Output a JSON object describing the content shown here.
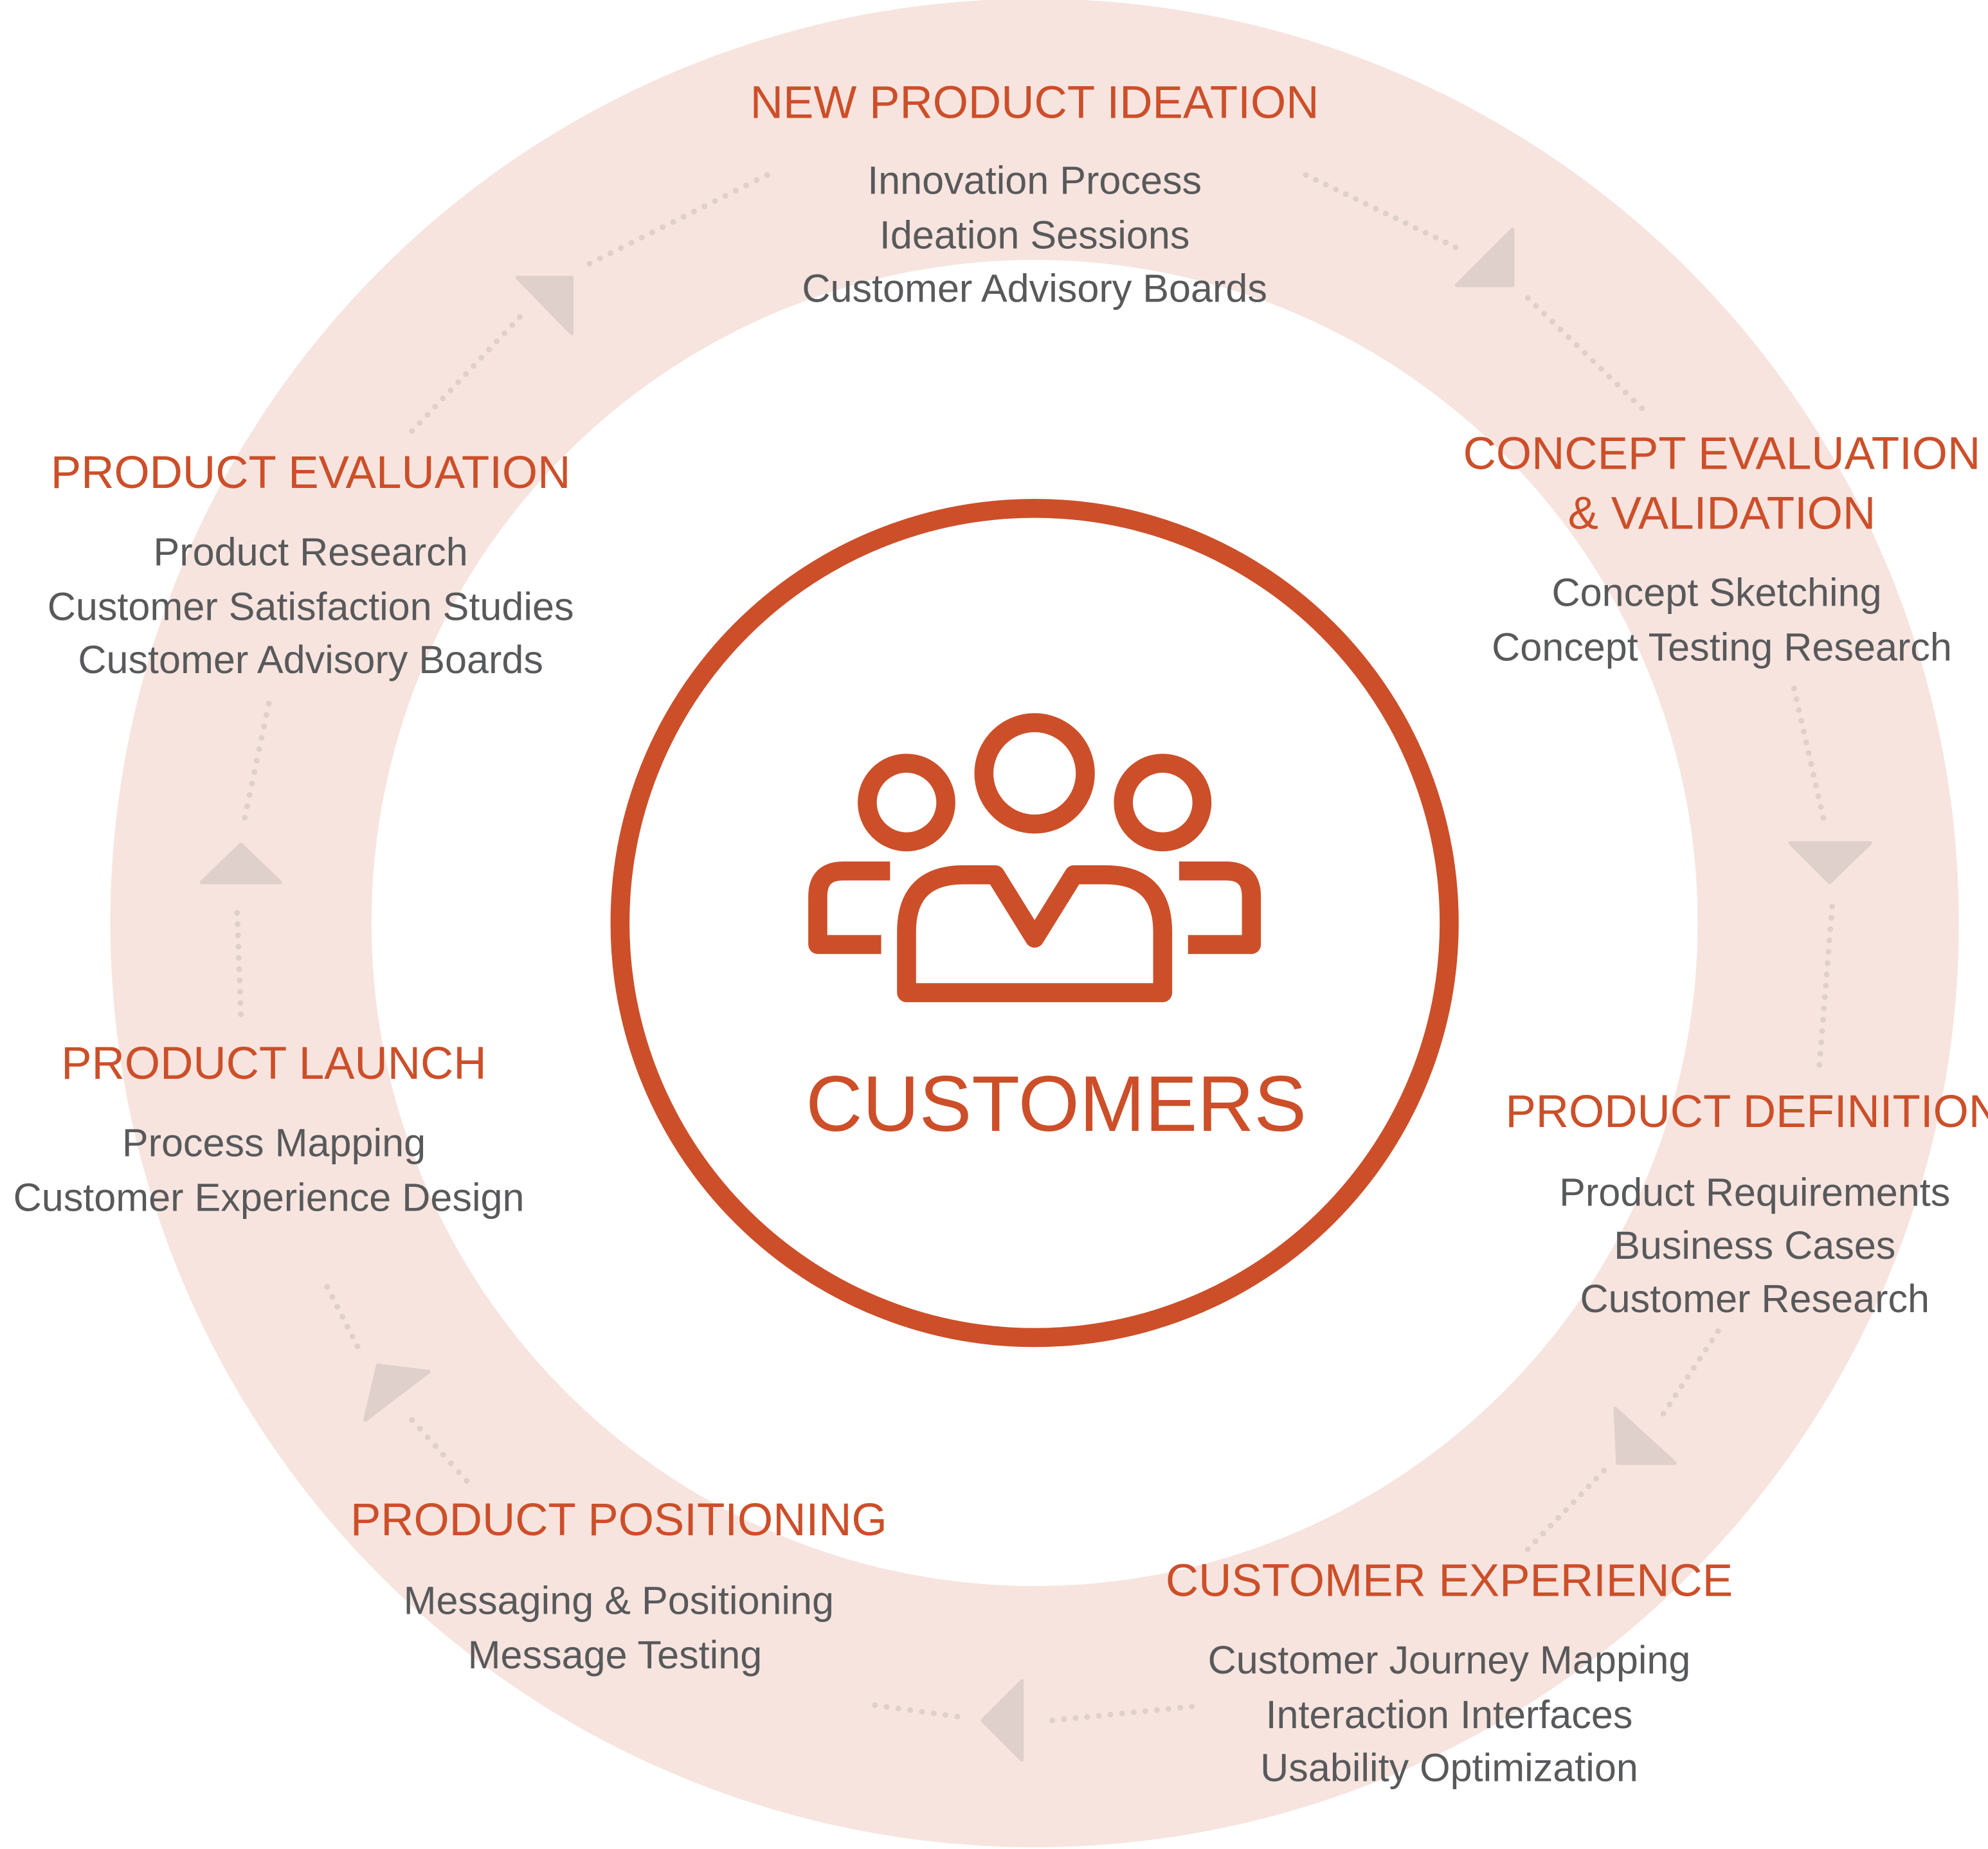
{
  "colors": {
    "accent": "#CC4F29",
    "ring": "#F7E4DF",
    "arrow": "#E0D0CC",
    "text": "#58595B"
  },
  "center": {
    "label": "CUSTOMERS",
    "icon": "people-group-icon"
  },
  "stages": [
    {
      "title": [
        "NEW PRODUCT IDEATION"
      ],
      "items": [
        "Innovation Process",
        "Ideation Sessions",
        "Customer Advisory Boards"
      ]
    },
    {
      "title": [
        "CONCEPT EVALUATION",
        "& VALIDATION"
      ],
      "items": [
        "Concept Sketching",
        "Concept Testing Research"
      ]
    },
    {
      "title": [
        "PRODUCT DEFINITION"
      ],
      "items": [
        "Product Requirements",
        "Business Cases",
        "Customer Research"
      ]
    },
    {
      "title": [
        "CUSTOMER EXPERIENCE"
      ],
      "items": [
        "Customer Journey Mapping",
        "Interaction Interfaces",
        "Usability Optimization"
      ]
    },
    {
      "title": [
        "PRODUCT POSITIONING"
      ],
      "items": [
        "Messaging & Positioning",
        "Message Testing"
      ]
    },
    {
      "title": [
        "PRODUCT LAUNCH"
      ],
      "items": [
        "Process Mapping",
        "Customer Experience Design"
      ]
    },
    {
      "title": [
        "PRODUCT EVALUATION"
      ],
      "items": [
        "Product Research",
        "Customer Satisfaction Studies",
        "Customer Advisory Boards"
      ]
    }
  ]
}
